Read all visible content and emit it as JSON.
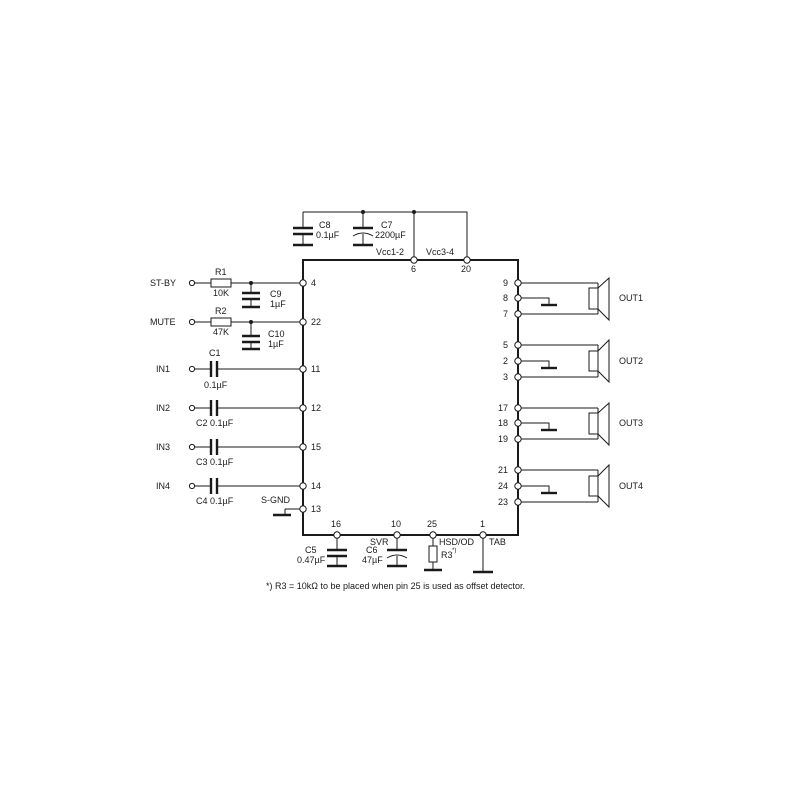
{
  "supply": {
    "c8": {
      "name": "C8",
      "value": "0.1µF"
    },
    "c7": {
      "name": "C7",
      "value": "2200µF"
    },
    "vcc12": "Vcc1-2",
    "vcc34": "Vcc3-4",
    "pin_vcc12": "6",
    "pin_vcc34": "20"
  },
  "left": {
    "stby": {
      "label": "ST-BY",
      "r": "R1",
      "r_value": "10K",
      "c": "C9",
      "c_value": "1µF",
      "pin": "4"
    },
    "mute": {
      "label": "MUTE",
      "r": "R2",
      "r_value": "47K",
      "c": "C10",
      "c_value": "1µF",
      "pin": "22"
    },
    "in1": {
      "label": "IN1",
      "c": "C1",
      "c_value": "0.1µF",
      "pin": "11"
    },
    "in2": {
      "label": "IN2",
      "c_text": "C2 0.1µF",
      "pin": "12"
    },
    "in3": {
      "label": "IN3",
      "c_text": "C3 0.1µF",
      "pin": "15"
    },
    "in4": {
      "label": "IN4",
      "c_text": "C4 0.1µF",
      "pin": "14"
    },
    "sgnd": {
      "label": "S-GND",
      "pin": "13"
    }
  },
  "outputs": [
    {
      "label": "OUT1",
      "pins": [
        "9",
        "8",
        "7"
      ]
    },
    {
      "label": "OUT2",
      "pins": [
        "5",
        "2",
        "3"
      ]
    },
    {
      "label": "OUT3",
      "pins": [
        "17",
        "18",
        "19"
      ]
    },
    {
      "label": "OUT4",
      "pins": [
        "21",
        "24",
        "23"
      ]
    }
  ],
  "bottom": {
    "pin16": "16",
    "pin10": "10",
    "pin25": "25",
    "pin1": "1",
    "svr": "SVR",
    "hsd": "HSD/OD",
    "tab": "TAB",
    "c5": {
      "name": "C5",
      "value": "0.47µF"
    },
    "c6": {
      "name": "C6",
      "value": "47µF"
    },
    "r3": "R3",
    "r3_mark": "*)"
  },
  "footnote": "*) R3 = 10kΩ to be placed when pin 25 is used as offset detector."
}
